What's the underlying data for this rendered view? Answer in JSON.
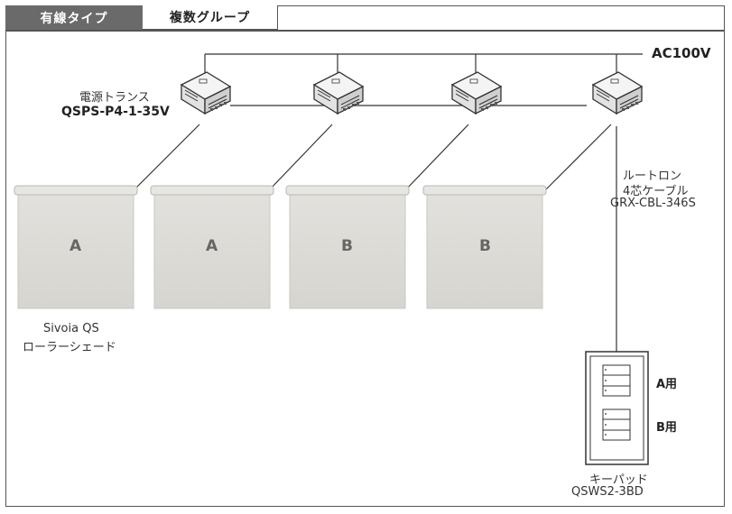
{
  "tabs": {
    "wired": "有線タイプ",
    "multi_group": "複数グループ"
  },
  "power": {
    "label": "AC100V"
  },
  "transformer": {
    "label": "電源トランス",
    "model": "QSPS-P4-1-35V"
  },
  "cable": {
    "line1": "ルートロン",
    "line2": "4芯ケーブル",
    "model": "GRX-CBL-346S"
  },
  "shades": [
    {
      "group": "A"
    },
    {
      "group": "A"
    },
    {
      "group": "B"
    },
    {
      "group": "B"
    }
  ],
  "shade_caption": {
    "line1": "Sivoia QS",
    "line2": "ローラーシェード"
  },
  "keypad": {
    "label": "キーパッド",
    "model": "QSWS2-3BD",
    "a_label": "A用",
    "b_label": "B用"
  }
}
